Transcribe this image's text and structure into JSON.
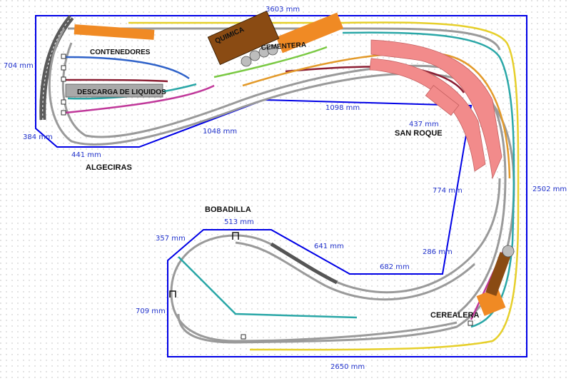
{
  "colors": {
    "board_outline": "#0000e6",
    "dimension_text": "#2233cc",
    "track_grey": "#9a9a9a",
    "track_yellow": "#e6cf2a",
    "track_teal": "#2aa7a7",
    "track_blue": "#2f62c9",
    "track_magenta": "#c0389a",
    "track_darkred": "#8a1d32",
    "track_orange": "#e39a2a",
    "track_green": "#7ac943",
    "platform_pink": "#f28b8b",
    "building_orange": "#f08a24",
    "building_brown": "#8a4b13",
    "building_grey": "#a9a9a9"
  },
  "dimensions": {
    "top_width": "3603 mm",
    "left_height": "704 mm",
    "left_bottom": "384 mm",
    "upper_bottom_left": "441 mm",
    "upper_inner_bottom": "1048 mm",
    "upper_inner_top": "1098 mm",
    "san_roque_step": "437 mm",
    "center_right_vertical": "774 mm",
    "right_height": "2502 mm",
    "bobadilla_top": "513 mm",
    "bobadilla_diag_left": "357 mm",
    "bobadilla_diag_right": "641 mm",
    "bottom_inner": "682 mm",
    "right_lower_diag": "286 mm",
    "bobadilla_left_height": "709 mm",
    "bottom_width": "2650 mm"
  },
  "labels": {
    "contenedores": "CONTENEDORES",
    "quimica": "QUIMICA",
    "cementera": "CEMENTERA",
    "descarga": "DESCARGA DE LIQUIDOS",
    "algeciras": "ALGECIRAS",
    "san_roque": "SAN ROQUE",
    "bobadilla": "BOBADILLA",
    "cerealera": "CEREALERA"
  }
}
